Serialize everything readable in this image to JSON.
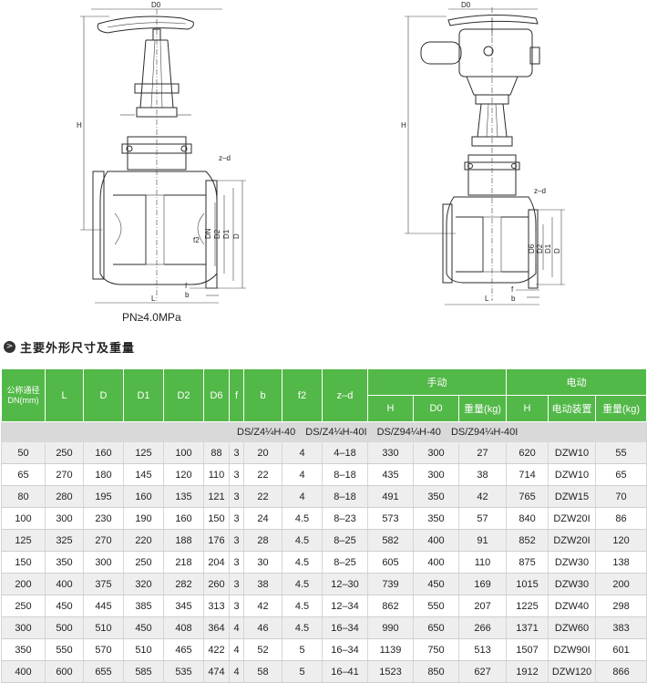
{
  "drawing": {
    "left": {
      "D0": "D0",
      "H": "H",
      "zd": "z–d",
      "DN": "DN",
      "D2": "D2",
      "D1": "D1",
      "D": "D",
      "f2": "f2",
      "f": "f",
      "b": "b",
      "L": "L",
      "caption": "PN≥4.0MPa"
    },
    "right": {
      "D0": "D0",
      "H": "H",
      "zd": "z–d",
      "D6": "D6",
      "D2": "D2",
      "D1": "D1",
      "D": "D",
      "f": "f",
      "b": "b",
      "L": "L"
    }
  },
  "section": {
    "badge": ">",
    "title": "主要外形尺寸及重量"
  },
  "table": {
    "headers": {
      "dn": "公称通径DN(mm)",
      "L": "L",
      "D": "D",
      "D1": "D1",
      "D2": "D2",
      "D6": "D6",
      "f": "f",
      "b": "b",
      "f2": "f2",
      "zd": "z–d",
      "manual": "手动",
      "electric": "电动",
      "manual_H": "H",
      "manual_D0": "D0",
      "manual_weight": "重量(kg)",
      "elec_H": "H",
      "elec_device": "电动装置",
      "elec_weight": "重量(kg)"
    },
    "models": [
      "DS/Z4¼H-40",
      "DS/Z4¼H-40I",
      "DS/Z94¼H-40",
      "DS/Z94¼H-40I"
    ],
    "rows": [
      [
        "50",
        "250",
        "160",
        "125",
        "100",
        "88",
        "3",
        "20",
        "4",
        "4–18",
        "330",
        "300",
        "27",
        "620",
        "DZW10",
        "55"
      ],
      [
        "65",
        "270",
        "180",
        "145",
        "120",
        "110",
        "3",
        "22",
        "4",
        "8–18",
        "435",
        "300",
        "38",
        "714",
        "DZW10",
        "65"
      ],
      [
        "80",
        "280",
        "195",
        "160",
        "135",
        "121",
        "3",
        "22",
        "4",
        "8–18",
        "491",
        "350",
        "42",
        "765",
        "DZW15",
        "70"
      ],
      [
        "100",
        "300",
        "230",
        "190",
        "160",
        "150",
        "3",
        "24",
        "4.5",
        "8–23",
        "573",
        "350",
        "57",
        "840",
        "DZW20I",
        "86"
      ],
      [
        "125",
        "325",
        "270",
        "220",
        "188",
        "176",
        "3",
        "28",
        "4.5",
        "8–25",
        "582",
        "400",
        "91",
        "852",
        "DZW20I",
        "120"
      ],
      [
        "150",
        "350",
        "300",
        "250",
        "218",
        "204",
        "3",
        "30",
        "4.5",
        "8–25",
        "605",
        "400",
        "110",
        "875",
        "DZW30",
        "138"
      ],
      [
        "200",
        "400",
        "375",
        "320",
        "282",
        "260",
        "3",
        "38",
        "4.5",
        "12–30",
        "739",
        "450",
        "169",
        "1015",
        "DZW30",
        "200"
      ],
      [
        "250",
        "450",
        "445",
        "385",
        "345",
        "313",
        "3",
        "42",
        "4.5",
        "12–34",
        "862",
        "550",
        "207",
        "1225",
        "DZW40",
        "298"
      ],
      [
        "300",
        "500",
        "510",
        "450",
        "408",
        "364",
        "4",
        "46",
        "4.5",
        "16–34",
        "990",
        "650",
        "266",
        "1371",
        "DZW60",
        "383"
      ],
      [
        "350",
        "550",
        "570",
        "510",
        "465",
        "422",
        "4",
        "52",
        "5",
        "16–34",
        "1139",
        "750",
        "513",
        "1507",
        "DZW90I",
        "601"
      ],
      [
        "400",
        "600",
        "655",
        "585",
        "535",
        "474",
        "4",
        "58",
        "5",
        "16–41",
        "1523",
        "850",
        "627",
        "1912",
        "DZW120",
        "866"
      ]
    ]
  }
}
